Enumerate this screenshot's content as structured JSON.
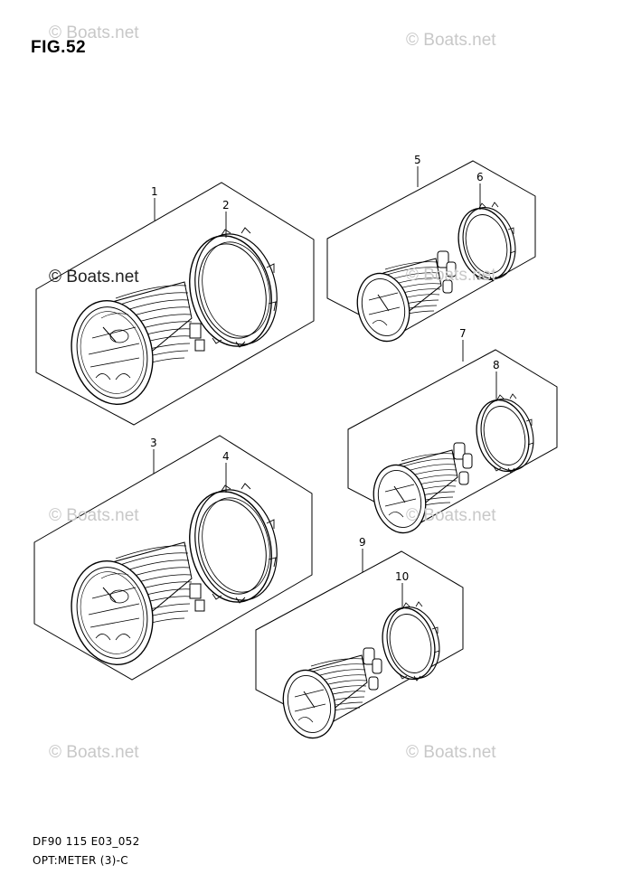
{
  "figure": {
    "title": "FIG.52",
    "code": "DF90 115 E03_052",
    "name": "OPT:METER (3)-C"
  },
  "watermark": {
    "text": "© Boats.net"
  },
  "callouts": [
    {
      "id": "1",
      "label": "1"
    },
    {
      "id": "2",
      "label": "2"
    },
    {
      "id": "3",
      "label": "3"
    },
    {
      "id": "4",
      "label": "4"
    },
    {
      "id": "5",
      "label": "5"
    },
    {
      "id": "6",
      "label": "6"
    },
    {
      "id": "7",
      "label": "7"
    },
    {
      "id": "8",
      "label": "8"
    },
    {
      "id": "9",
      "label": "9"
    },
    {
      "id": "10",
      "label": "10"
    }
  ],
  "colors": {
    "line": "#000000",
    "watermark": "#c8c8c8",
    "background": "#ffffff"
  }
}
